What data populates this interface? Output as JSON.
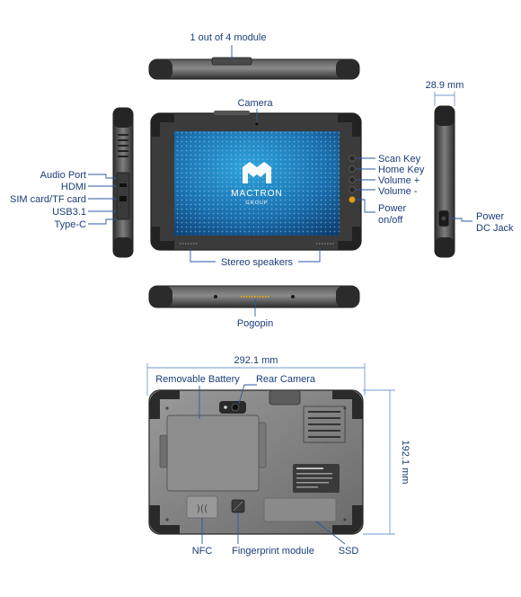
{
  "labels": {
    "module": "1 out of 4 module",
    "camera": "Camera",
    "depth": "28.9 mm",
    "scan_key": "Scan Key",
    "home_key": "Home Key",
    "volume_up": "Volume +",
    "volume_down": "Volume -",
    "power_line1": "Power",
    "power_line2": "on/off",
    "power_dc_line1": "Power",
    "power_dc_line2": "DC Jack",
    "audio_port": "Audio Port",
    "hdmi": "HDMI",
    "sim_card": "SIM card/TF card",
    "usb": "USB3.1",
    "type_c": "Type-C",
    "stereo_speakers": "Stereo speakers",
    "pogopin": "Pogopin",
    "width": "292.1 mm",
    "removable_battery": "Removable Battery",
    "rear_camera": "Rear Camera",
    "height": "192.1 mm",
    "nfc": "NFC",
    "fingerprint": "Fingerprint module",
    "ssd": "SSD"
  },
  "logo": {
    "brand": "MACTRON",
    "sub": "GROUP"
  },
  "colors": {
    "label_text": "#1a3d78",
    "leader_line": "#2b5aa0",
    "dimension_line": "#6f9ad0",
    "device_body": "#3a3a3a",
    "screen_blue": "#1f78b4"
  }
}
